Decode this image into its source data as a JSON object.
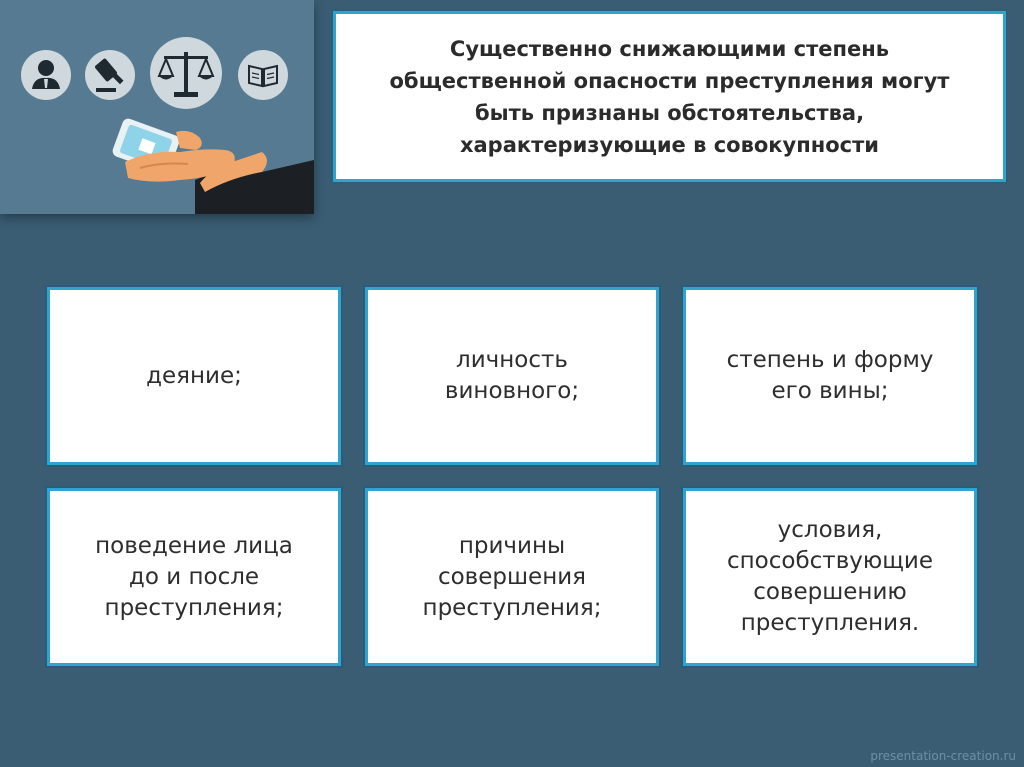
{
  "title": {
    "line1": "Существенно снижающими степень",
    "line2": "общественной опасности преступления могут",
    "line3": "быть признаны обстоятельства,",
    "line4": "характеризующие в совокупности"
  },
  "cards": [
    {
      "lines": [
        "деяние;"
      ]
    },
    {
      "lines": [
        "личность",
        "виновного;"
      ]
    },
    {
      "lines": [
        "степень и форму",
        "его вины;"
      ]
    },
    {
      "lines": [
        "поведение лица",
        "до и после",
        "преступления;"
      ]
    },
    {
      "lines": [
        "причины",
        "совершения",
        "преступления;"
      ]
    },
    {
      "lines": [
        "условия,",
        "способствующие",
        "совершению",
        "преступления."
      ]
    }
  ],
  "watermark": "presentation-creation.ru",
  "icons": [
    "person-icon",
    "gavel-icon",
    "scales-icon",
    "book-icon"
  ],
  "colors": {
    "background": "#3a5d74",
    "panel": "#557a91",
    "accent_border": "#31a3cf",
    "icon_circle": "#cfd8dc"
  }
}
